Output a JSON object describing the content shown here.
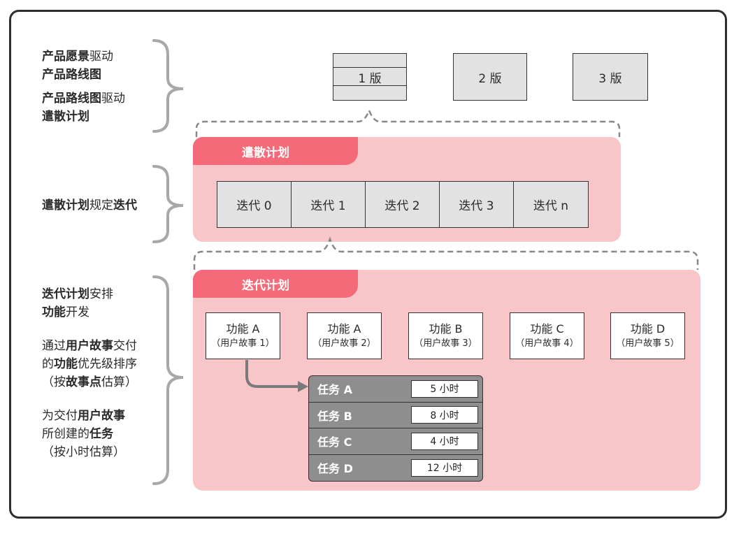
{
  "left_labels": {
    "group1": [
      {
        "bold": "产品愿景",
        "normal": "驱动"
      },
      {
        "bold": "产品路线图",
        "normal": ""
      },
      {
        "bold": "产品路线图",
        "normal": "驱动"
      },
      {
        "bold": "遣散计划",
        "normal": ""
      }
    ],
    "group2": [
      {
        "bold": "遣散计划",
        "normal": "规定",
        "bold2": "迭代"
      }
    ],
    "group3": {
      "line1": {
        "bold": "迭代计划",
        "normal": "安排"
      },
      "line2": {
        "bold": "功能",
        "normal": "开发"
      },
      "line3": {
        "normal": "通过",
        "bold": "用户故事",
        "normal2": "交付"
      },
      "line4": {
        "normal": "的",
        "bold": "功能",
        "normal2": "优先级排序"
      },
      "line5": {
        "normal": "（按",
        "bold": "故事点",
        "normal2": "估算）"
      },
      "line6": {
        "normal": "为交付",
        "bold": "用户故事",
        "normal2": ""
      },
      "line7": {
        "normal": "所创建的",
        "bold": "任务",
        "normal2": ""
      },
      "line8": {
        "normal": "（按小时估算）",
        "bold": "",
        "normal2": ""
      }
    }
  },
  "releases": [
    "1 版",
    "2 版",
    "3 版"
  ],
  "release_plan": {
    "title": "遣散计划",
    "iterations": [
      "迭代 0",
      "迭代 1",
      "迭代 2",
      "迭代 3",
      "迭代 n"
    ]
  },
  "iteration_plan": {
    "title": "迭代计划",
    "features": [
      {
        "name": "功能 A",
        "story": "（用户故事 1）"
      },
      {
        "name": "功能 A",
        "story": "（用户故事 2）"
      },
      {
        "name": "功能 B",
        "story": "（用户故事 3）"
      },
      {
        "name": "功能 C",
        "story": "（用户故事 4）"
      },
      {
        "name": "功能 D",
        "story": "（用户故事 5）"
      }
    ],
    "tasks": [
      {
        "name": "任务 A",
        "hours": "5 小时"
      },
      {
        "name": "任务 B",
        "hours": "8 小时"
      },
      {
        "name": "任务 C",
        "hours": "4 小时"
      },
      {
        "name": "任务 D",
        "hours": "12 小时"
      }
    ]
  },
  "colors": {
    "panel_bg": "#f8c5c8",
    "panel_tab": "#f46a78",
    "box_gray": "#e2e2e2",
    "task_gray": "#8e8e8e",
    "bracket_gray": "#a8a8a8",
    "dashed_gray": "#888888"
  }
}
